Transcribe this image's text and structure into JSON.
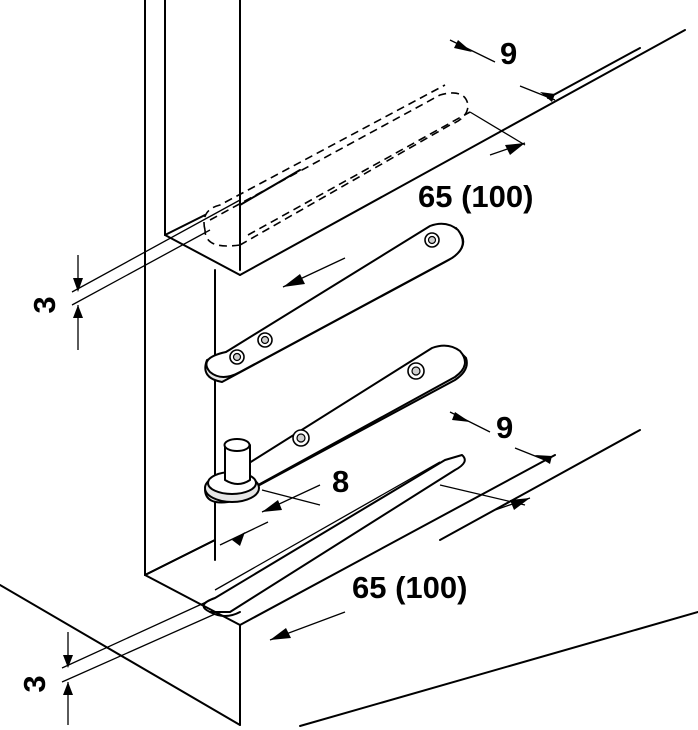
{
  "dimensions": {
    "top_slot_width": "9",
    "top_slot_length": "65 (100)",
    "top_depth": "3",
    "pin_offset": "8",
    "bottom_slot_width": "9",
    "bottom_slot_length": "65 (100)",
    "bottom_depth": "3"
  }
}
